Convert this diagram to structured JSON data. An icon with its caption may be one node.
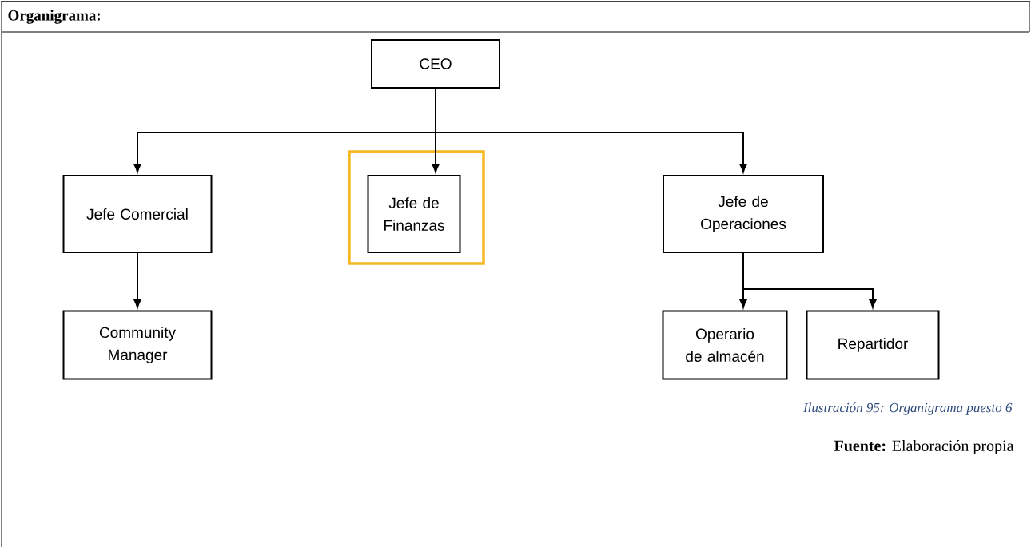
{
  "diagram": {
    "title": "Organigrama:",
    "nodes": [
      {
        "text": [
          "CEO"
        ]
      },
      {
        "text": [
          "Jefe Comercial"
        ]
      },
      {
        "text": [],
        "shape": "box"
      },
      {
        "text": [
          "Jefe de Finanzas"
        ],
        "in": 2
      },
      {
        "text": [
          "Jefe de Operaciones"
        ]
      },
      {
        "text": [
          "Community Manager"
        ]
      },
      {
        "text": [
          "Operario de almacén"
        ]
      },
      {
        "text": [
          "Repartidor"
        ]
      }
    ],
    "edges": [
      {
        "from": 0,
        "to": 1,
        "arrow": "to"
      },
      {
        "from": 0,
        "to": 3,
        "arrow": "to"
      },
      {
        "from": 0,
        "to": 4,
        "arrow": "to"
      },
      {
        "from": 1,
        "to": 5,
        "arrow": "to"
      },
      {
        "from": 4,
        "to": 6,
        "arrow": "to"
      },
      {
        "from": 4,
        "to": 7,
        "arrow": "to"
      }
    ],
    "caption": "Ilustración 95: Organigrama puesto 6",
    "labels": [
      "**Fuente:** Elaboración propia"
    ]
  }
}
